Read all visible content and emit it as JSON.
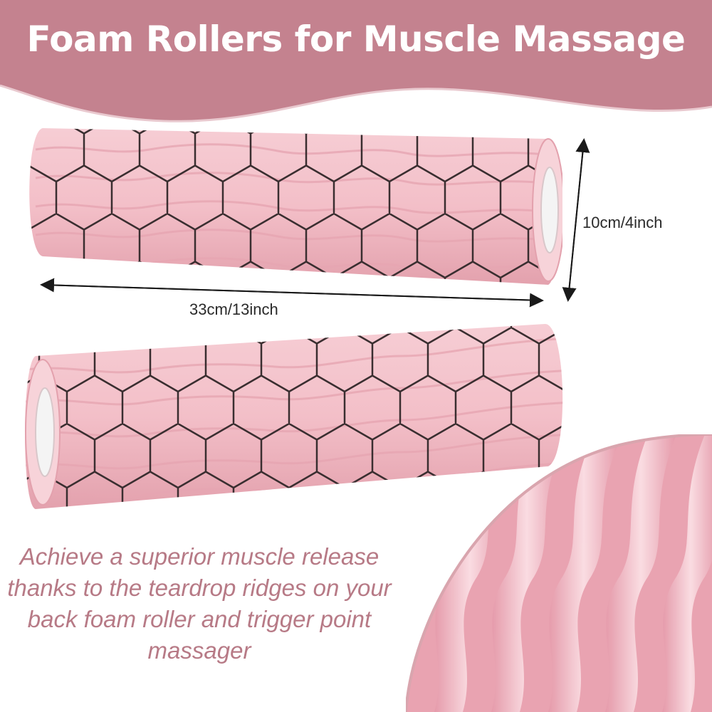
{
  "header": {
    "title": "Foam Rollers for Muscle Massage",
    "banner_color": "#c4828f"
  },
  "dimensions": {
    "length_label": "33cm/13inch",
    "diameter_label": "10cm/4inch"
  },
  "description": {
    "text": "Achieve a superior muscle release thanks to the teardrop ridges on your back foam roller and trigger point massager"
  },
  "colors": {
    "roller_pink": "#f3bfc8",
    "roller_shadow": "#e7a6b2",
    "hex_pattern": "#3a2e30",
    "tagline": "#b77a86"
  },
  "images": {
    "top_roller": "foam-roller-icon",
    "bottom_roller": "foam-roller-icon",
    "texture_closeup": "ridge-texture-icon"
  }
}
